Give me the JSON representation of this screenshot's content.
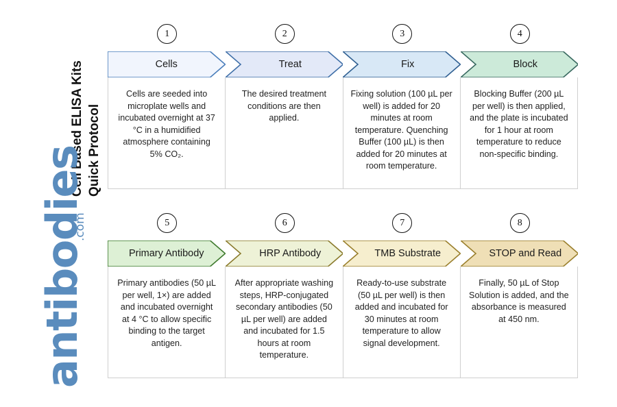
{
  "page": {
    "title_line1": "Cell Based ELISA Kits",
    "title_line2": "Quick Protocol",
    "brand_word": "antibodies",
    "brand_tld": ".com",
    "brand_color": "#5a8cbd"
  },
  "rows": [
    {
      "id": "row-1",
      "steps": [
        {
          "number": "1",
          "label": "Cells",
          "fill": "#f1f5fd",
          "stroke": "#4a7ebb",
          "text": "Cells are seeded into microplate wells and incubated overnight at 37 °C in a humidified atmosphere containing 5% CO₂."
        },
        {
          "number": "2",
          "label": "Treat",
          "fill": "#e3e9f8",
          "stroke": "#3f6fa8",
          "text": "The desired treatment conditions are then applied."
        },
        {
          "number": "3",
          "label": "Fix",
          "fill": "#d8e8f6",
          "stroke": "#2f5f91",
          "text": "Fixing solution (100 µL per well) is added for 20 minutes at room temperature. Quenching Buffer (100 µL) is then added for 20 minutes at room temperature."
        },
        {
          "number": "4",
          "label": "Block",
          "fill": "#ccead9",
          "stroke": "#38685f",
          "text": "Blocking Buffer (200 µL per well) is then applied, and the plate is incubated for 1 hour at room temperature to reduce non-specific binding."
        }
      ]
    },
    {
      "id": "row-2",
      "steps": [
        {
          "number": "5",
          "label": "Primary Antibody",
          "fill": "#ddf0d5",
          "stroke": "#3f7a2e",
          "text": "Primary antibodies (50 µL per well, 1×) are added and incubated overnight at 4 °C to allow specific binding to the target antigen."
        },
        {
          "number": "6",
          "label": "HRP Antibody",
          "fill": "#eef2d7",
          "stroke": "#8a7a2c",
          "text": "After appropriate washing steps, HRP-conjugated secondary antibodies (50 µL per well) are added and incubated for 1.5 hours at room temperature."
        },
        {
          "number": "7",
          "label": "TMB Substrate",
          "fill": "#f6eece",
          "stroke": "#9a7f2c",
          "text": "Ready-to-use substrate (50 µL per well) is then added and incubated for 30 minutes at room temperature to allow signal development."
        },
        {
          "number": "8",
          "label": "STOP and Read",
          "fill": "#efdfb6",
          "stroke": "#9a7f2c",
          "text": "Finally, 50 µL of Stop Solution is added, and the absorbance is measured at 450 nm."
        }
      ]
    }
  ]
}
